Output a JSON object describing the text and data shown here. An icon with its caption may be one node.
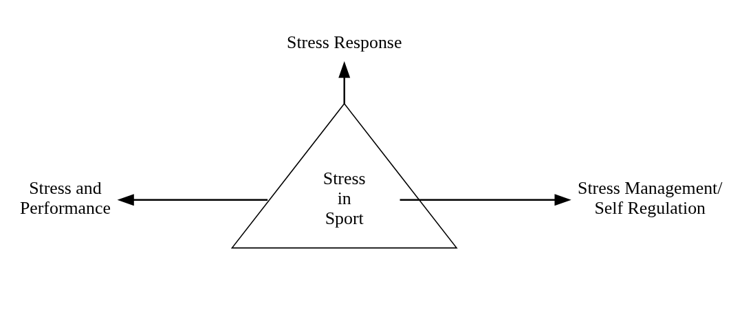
{
  "diagram": {
    "nodes": [
      {
        "text": [
          "Stress in Sport"
        ]
      },
      {
        "text": [
          "Stress Response"
        ]
      },
      {
        "text": [
          "Stress and Performance"
        ]
      },
      {
        "text": [
          "Stress Management/ Self Regulation"
        ]
      }
    ],
    "edges": [
      {
        "from": 0,
        "to": 1,
        "arrow": "to"
      },
      {
        "from": 0,
        "to": 2,
        "arrow": "to"
      },
      {
        "from": 0,
        "to": 3,
        "arrow": "to"
      }
    ]
  }
}
